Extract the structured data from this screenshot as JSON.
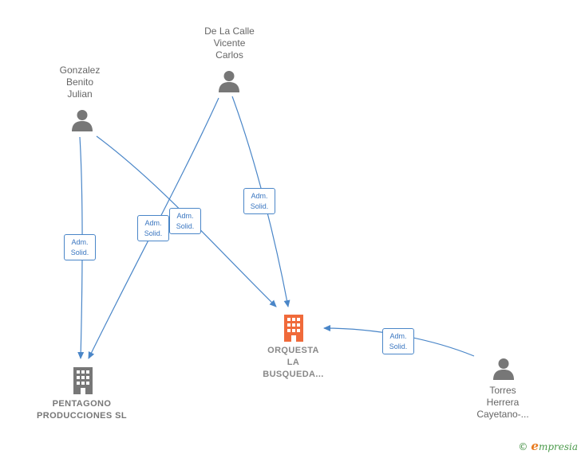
{
  "people": [
    {
      "id": "gonzalez",
      "name": "Gonzalez\nBenito\nJulian"
    },
    {
      "id": "delacalle",
      "name": "De La Calle\nVicente\nCarlos"
    },
    {
      "id": "torres",
      "name": "Torres\nHerrera\nCayetano-..."
    }
  ],
  "companies": [
    {
      "id": "pentagono",
      "name": "PENTAGONO\nPRODUCCIONES SL",
      "color": "#777777"
    },
    {
      "id": "orquesta",
      "name": "ORQUESTA\nLA\nBUSQUEDA...",
      "color": "#f06a3a"
    }
  ],
  "relations": [
    {
      "from": "gonzalez",
      "to": "pentagono",
      "line1": "Adm.",
      "line2": "Solid."
    },
    {
      "from": "delacalle",
      "to": "pentagono",
      "line1": "Adm.",
      "line2": "Solid."
    },
    {
      "from": "gonzalez",
      "to": "orquesta",
      "line1": "Adm.",
      "line2": "Solid."
    },
    {
      "from": "delacalle",
      "to": "orquesta",
      "line1": "Adm.",
      "line2": "Solid."
    },
    {
      "from": "torres",
      "to": "orquesta",
      "line1": "Adm.",
      "line2": "Solid."
    }
  ],
  "colors": {
    "edge": "#4a86c8",
    "person_icon": "#777777"
  },
  "footer": {
    "copyright": "©",
    "brand_initial": "e",
    "brand_rest": "mpresia"
  }
}
